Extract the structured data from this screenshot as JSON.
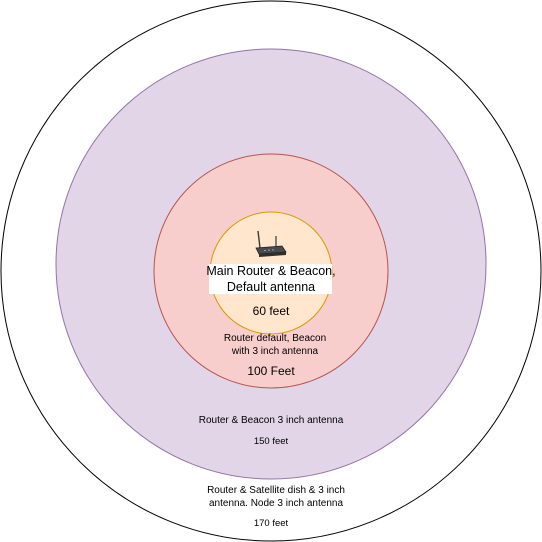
{
  "diagram": {
    "colors": {
      "background": "#ffffff",
      "ring_170_fill": "#ffffff",
      "ring_170_stroke": "#000000",
      "ring_150_fill": "#e1d5e7",
      "ring_150_stroke": "#9673a6",
      "ring_100_fill": "#f8cecc",
      "ring_100_stroke": "#b85450",
      "ring_60_fill": "#ffe6cc",
      "ring_60_stroke": "#d79b00"
    },
    "center": {
      "icon": "wireless-router-icon",
      "label": "Main Router & Beacon, Default antenna"
    },
    "rings": [
      {
        "id": "ring_60",
        "distance": "60 feet",
        "description": ""
      },
      {
        "id": "ring_100",
        "distance": "100 Feet",
        "description": "Router default, Beacon with 3 inch antenna"
      },
      {
        "id": "ring_150",
        "distance": "150 feet",
        "description": "Router & Beacon 3 inch antenna"
      },
      {
        "id": "ring_170",
        "distance": "170 feet",
        "description": "Router & Satellite dish & 3 inch antenna. Node 3 inch antenna"
      }
    ]
  }
}
